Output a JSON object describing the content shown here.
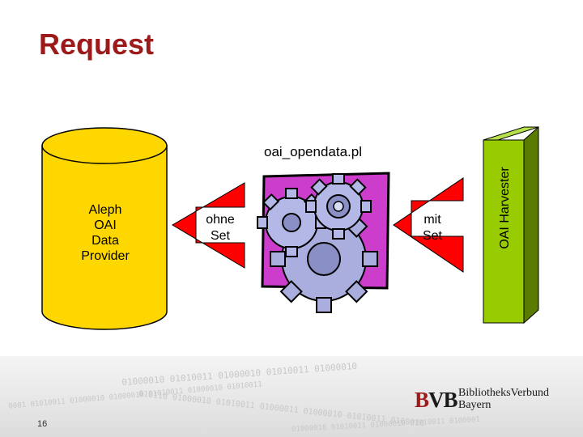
{
  "slide": {
    "title": "Request",
    "page_number": "16"
  },
  "database": {
    "label_lines": [
      "Aleph",
      "OAI",
      "Data",
      "Provider"
    ],
    "fill_color": "#ffd700"
  },
  "arrows": {
    "left_lines": [
      "ohne",
      "Set"
    ],
    "right_lines": [
      "mit",
      "Set"
    ],
    "fill_color": "#ff0000"
  },
  "script": {
    "label": "oai_opendata.pl",
    "icon": "gears-icon"
  },
  "harvester": {
    "label": "OAI Harvester",
    "fill_color": "#99cc00"
  },
  "footer": {
    "binary_lines": [
      "01000010 01010011 01000010 01010011 01000010",
      "0001 01010011 01000010 01000010 01010011 01000010 01010011",
      "010110 01000010 01010011 01000011 01000010 01010011 0100010",
      "01000010 01010011 01000010 01010011 0100001"
    ],
    "logo_mark_b": "B",
    "logo_mark_rest": "VB",
    "logo_line1": "BibliotheksVerbund",
    "logo_line2": "Bayern"
  }
}
